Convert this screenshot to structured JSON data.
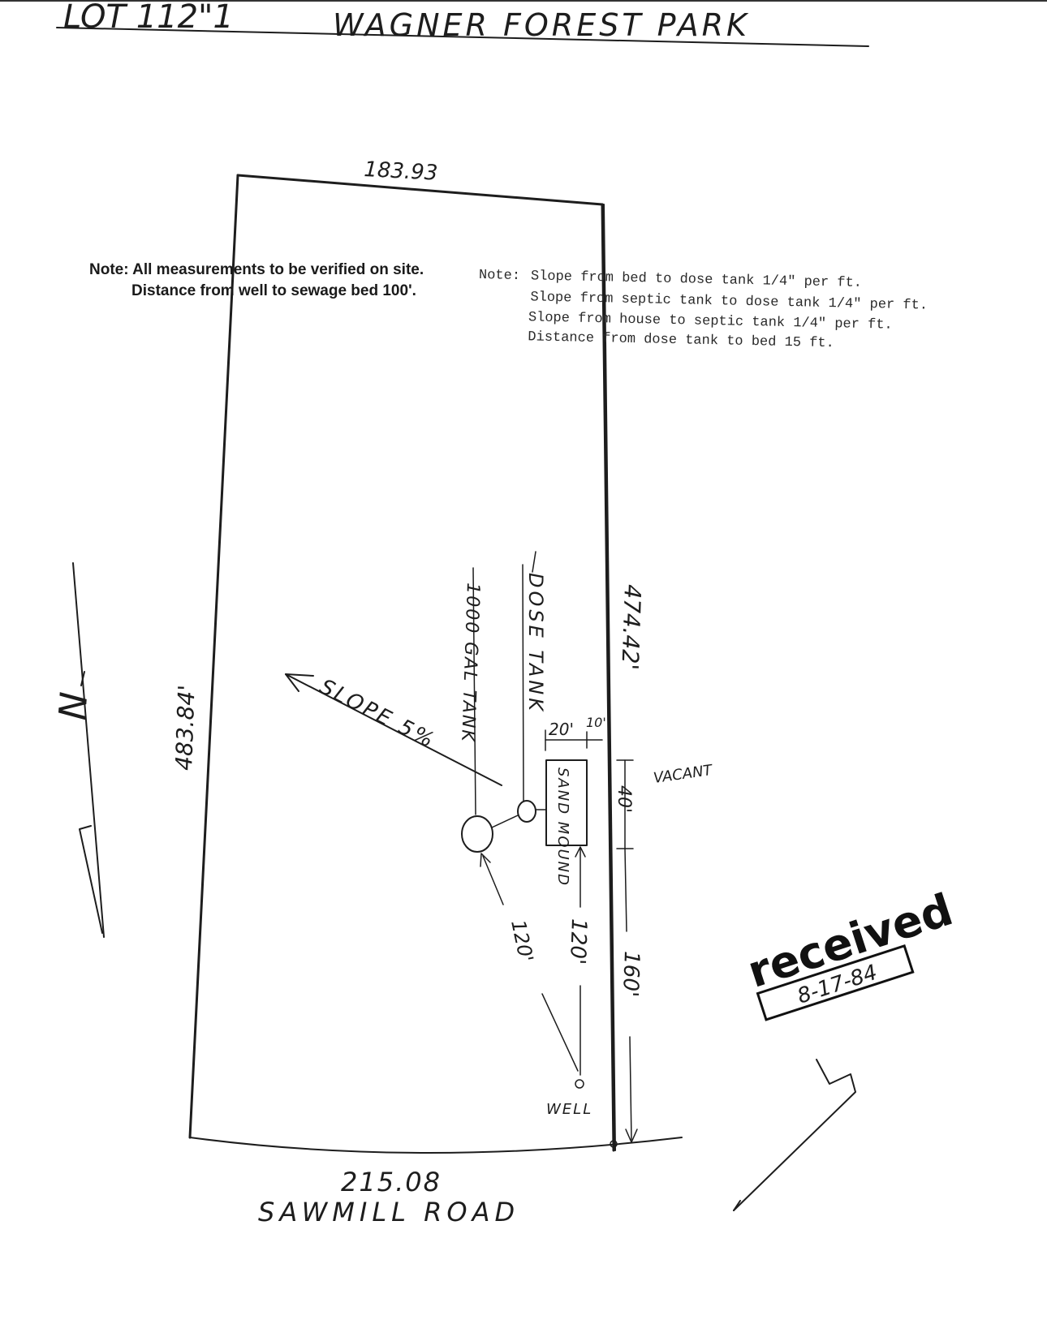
{
  "header": {
    "lot": "LOT 112\"1",
    "park": "WAGNER FOREST PARK"
  },
  "dimensions": {
    "top": "183.93",
    "left": "483.84'",
    "right": "474.42'",
    "bottom": "215.08"
  },
  "road": "SAWMILL ROAD",
  "notes": {
    "left": [
      "Note: All measurements to be verified on site.",
      "Distance from well to sewage bed 100'."
    ],
    "right_label": "Note:",
    "right": [
      "Slope from bed to dose tank 1/4\" per ft.",
      "Slope from septic tank to dose tank 1/4\" per ft.",
      "Slope from house to septic tank 1/4\" per ft.",
      "Distance from dose tank to bed 15 ft."
    ]
  },
  "labels": {
    "septic_tank": "1000 GAL TANK",
    "dose_tank": "DOSE TANK",
    "slope": "SLOPE 5%",
    "bed": "SAND MOUND",
    "well": "WELL",
    "vacant": "VACANT",
    "d20": "20'",
    "d10": "10'",
    "d40": "40'",
    "d120a": "120'",
    "d120b": "120'",
    "d160": "160'"
  },
  "stamp": {
    "word": "received",
    "date": "8-17-84"
  },
  "north": "N"
}
